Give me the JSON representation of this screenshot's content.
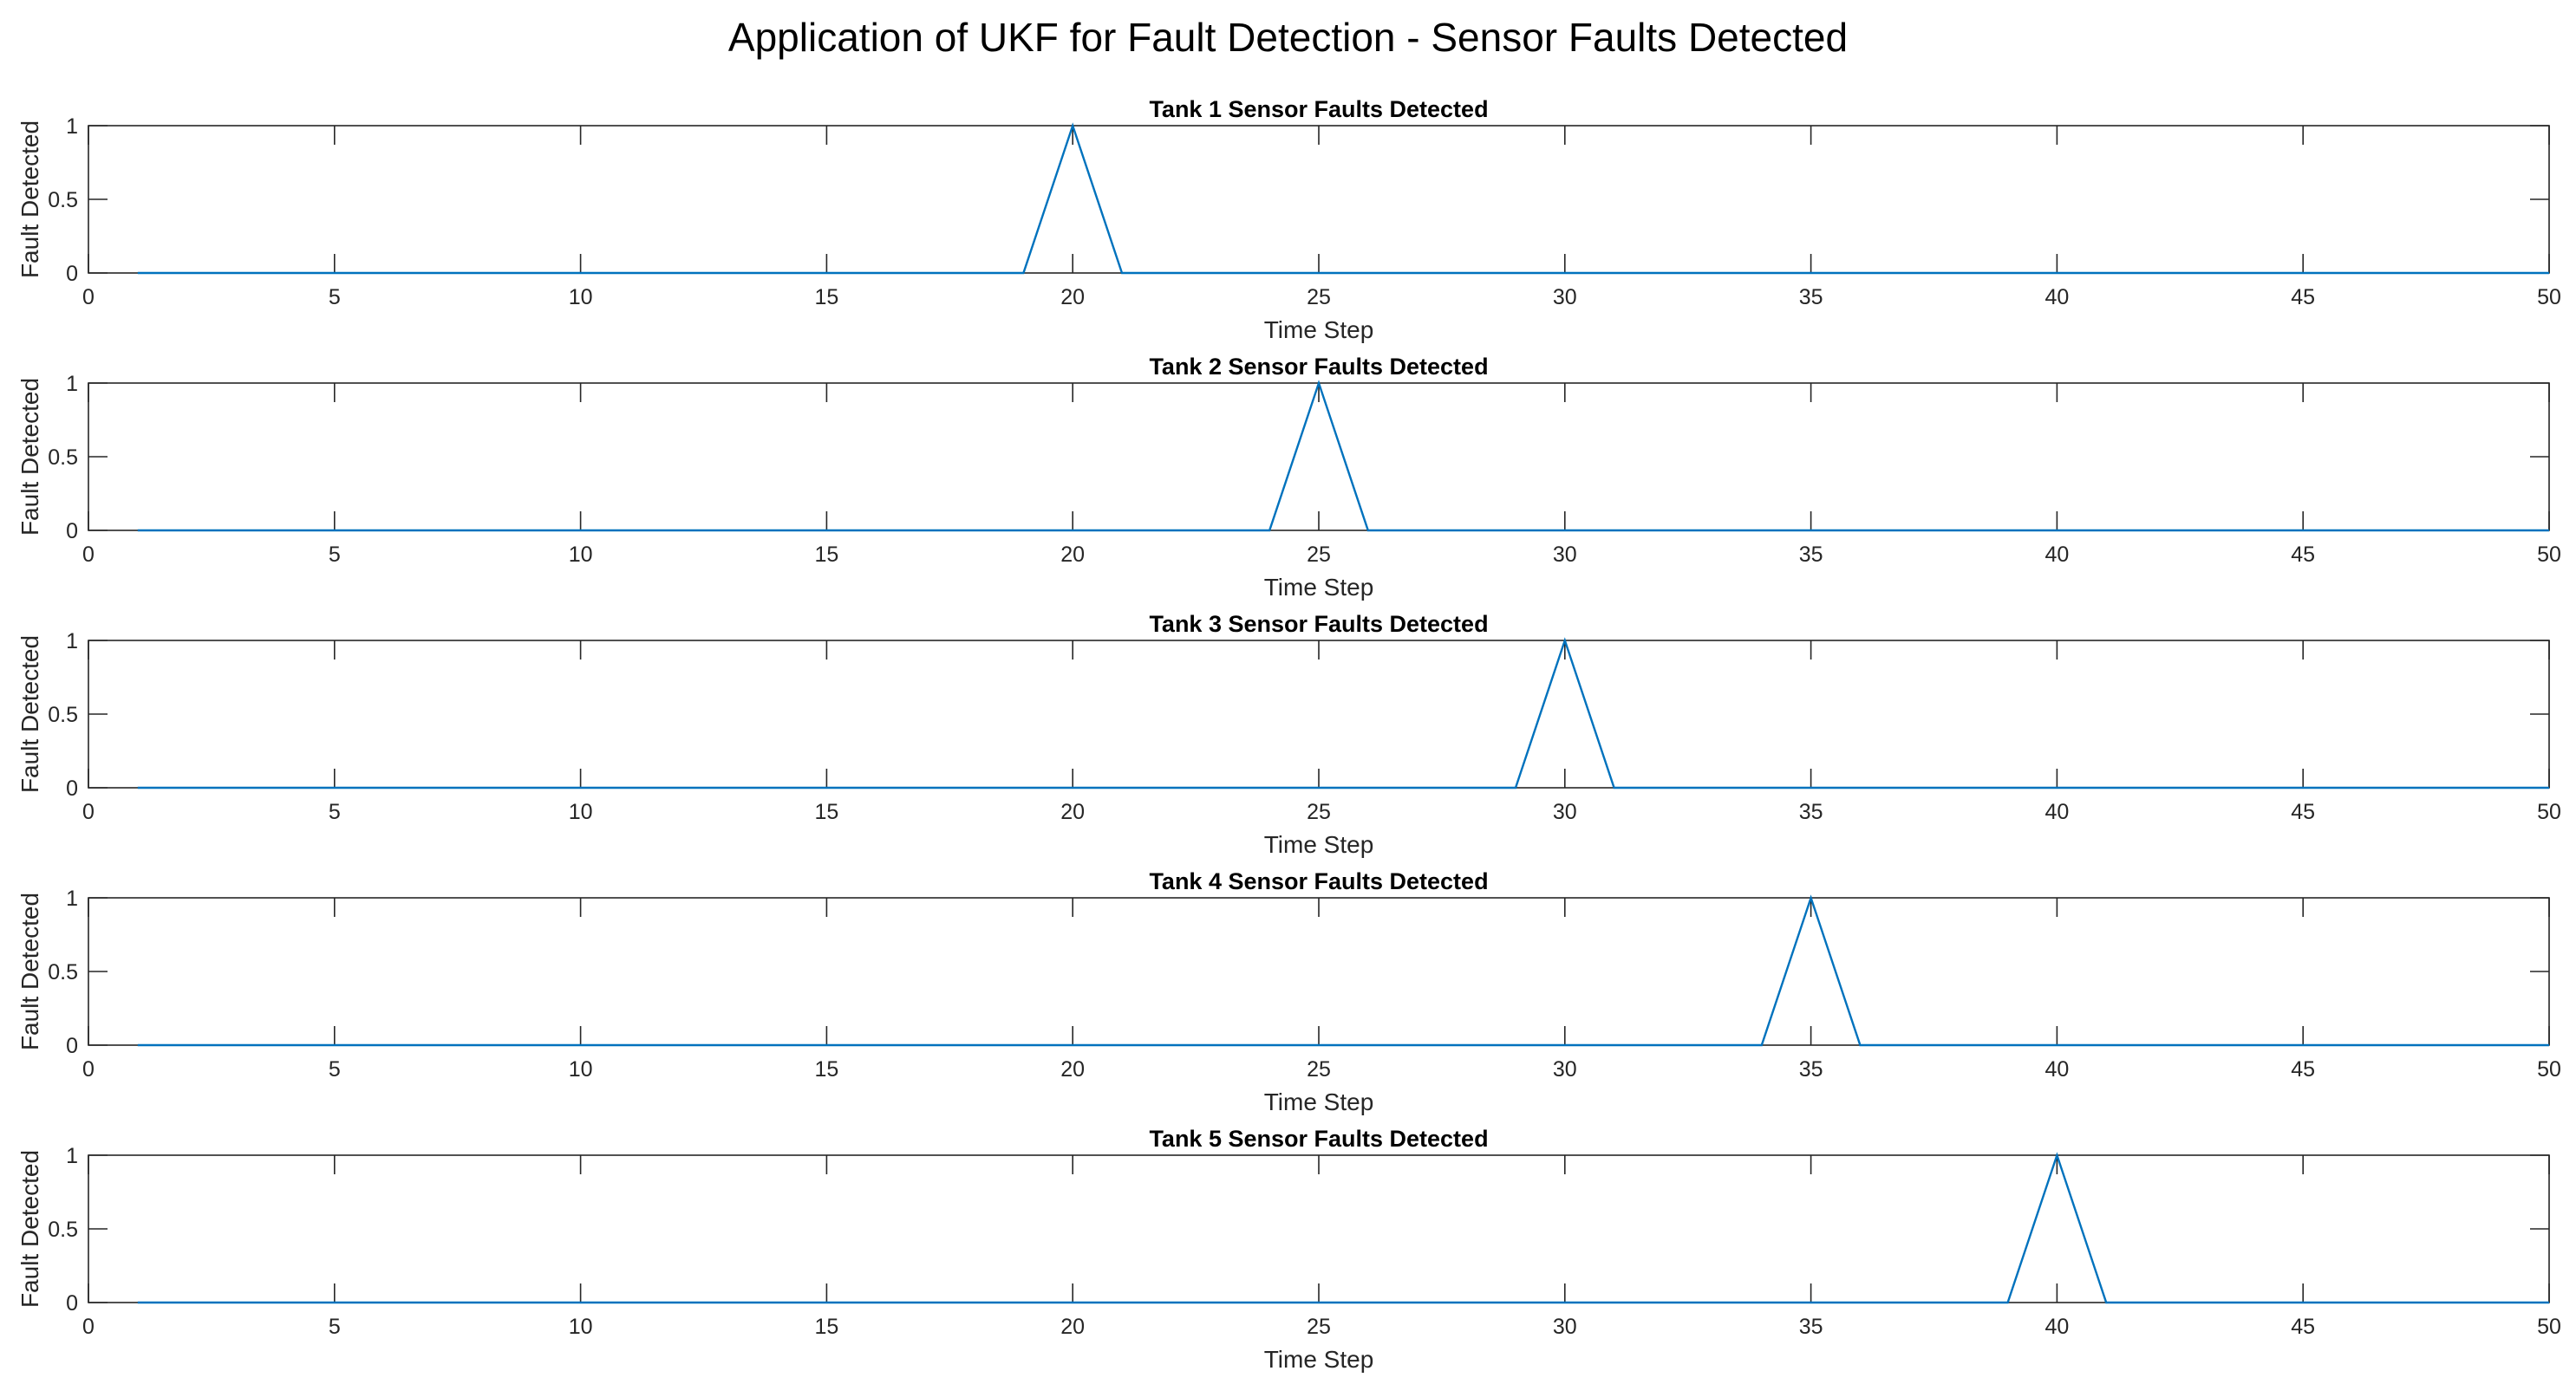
{
  "figure": {
    "title": "Application of UKF for Fault Detection - Sensor Faults Detected"
  },
  "colors": {
    "line": "#0072BD",
    "axes": "#262626",
    "background": "#ffffff"
  },
  "chart_data": [
    {
      "type": "line",
      "title": "Tank 1 Sensor Faults Detected",
      "xlabel": "Time Step",
      "ylabel": "Fault Detected",
      "xlim": [
        0,
        50
      ],
      "ylim": [
        0,
        1
      ],
      "xticks": [
        0,
        5,
        10,
        15,
        20,
        25,
        30,
        35,
        40,
        45,
        50
      ],
      "yticks": [
        0,
        0.5,
        1
      ],
      "grid": false,
      "series": [
        {
          "x": [
            1,
            19,
            20,
            21,
            50
          ],
          "y": [
            0,
            0,
            1,
            0,
            0
          ]
        }
      ]
    },
    {
      "type": "line",
      "title": "Tank 2 Sensor Faults Detected",
      "xlabel": "Time Step",
      "ylabel": "Fault Detected",
      "xlim": [
        0,
        50
      ],
      "ylim": [
        0,
        1
      ],
      "xticks": [
        0,
        5,
        10,
        15,
        20,
        25,
        30,
        35,
        40,
        45,
        50
      ],
      "yticks": [
        0,
        0.5,
        1
      ],
      "grid": false,
      "series": [
        {
          "x": [
            1,
            24,
            25,
            26,
            50
          ],
          "y": [
            0,
            0,
            1,
            0,
            0
          ]
        }
      ]
    },
    {
      "type": "line",
      "title": "Tank 3 Sensor Faults Detected",
      "xlabel": "Time Step",
      "ylabel": "Fault Detected",
      "xlim": [
        0,
        50
      ],
      "ylim": [
        0,
        1
      ],
      "xticks": [
        0,
        5,
        10,
        15,
        20,
        25,
        30,
        35,
        40,
        45,
        50
      ],
      "yticks": [
        0,
        0.5,
        1
      ],
      "grid": false,
      "series": [
        {
          "x": [
            1,
            29,
            30,
            31,
            50
          ],
          "y": [
            0,
            0,
            1,
            0,
            0
          ]
        }
      ]
    },
    {
      "type": "line",
      "title": "Tank 4 Sensor Faults Detected",
      "xlabel": "Time Step",
      "ylabel": "Fault Detected",
      "xlim": [
        0,
        50
      ],
      "ylim": [
        0,
        1
      ],
      "xticks": [
        0,
        5,
        10,
        15,
        20,
        25,
        30,
        35,
        40,
        45,
        50
      ],
      "yticks": [
        0,
        0.5,
        1
      ],
      "grid": false,
      "series": [
        {
          "x": [
            1,
            34,
            35,
            36,
            50
          ],
          "y": [
            0,
            0,
            1,
            0,
            0
          ]
        }
      ]
    },
    {
      "type": "line",
      "title": "Tank 5 Sensor Faults Detected",
      "xlabel": "Time Step",
      "ylabel": "Fault Detected",
      "xlim": [
        0,
        50
      ],
      "ylim": [
        0,
        1
      ],
      "xticks": [
        0,
        5,
        10,
        15,
        20,
        25,
        30,
        35,
        40,
        45,
        50
      ],
      "yticks": [
        0,
        0.5,
        1
      ],
      "grid": false,
      "series": [
        {
          "x": [
            1,
            39,
            40,
            41,
            50
          ],
          "y": [
            0,
            0,
            1,
            0,
            0
          ]
        }
      ]
    }
  ]
}
